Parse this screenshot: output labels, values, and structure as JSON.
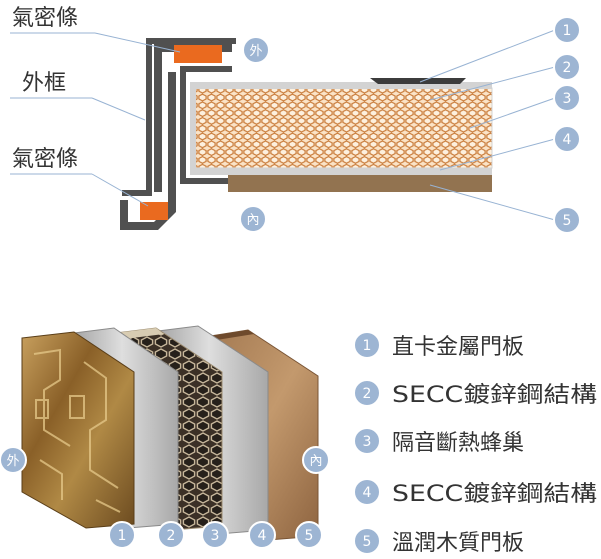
{
  "labels": {
    "seal_top": "氣密條",
    "frame": "外框",
    "seal_bottom": "氣密條",
    "outside": "外",
    "inside": "內"
  },
  "layer_numbers": [
    "1",
    "2",
    "3",
    "4",
    "5"
  ],
  "legend": [
    {
      "number": "1",
      "text": "直卡金屬門板"
    },
    {
      "number": "2",
      "text": "SECC鍍鋅鋼結構"
    },
    {
      "number": "3",
      "text": "隔音斷熱蜂巢"
    },
    {
      "number": "4",
      "text": "SECC鍍鋅鋼結構"
    },
    {
      "number": "5",
      "text": "溫潤木質門板"
    }
  ],
  "colors": {
    "badge_fill": "#9db5d3",
    "badge_stroke": "#ffffff",
    "frame_dark": "#505050",
    "seal_orange": "#ea6a1f",
    "honeycomb_fill": "#fbe3c6",
    "honeycomb_line": "#c87a38",
    "steel_gray": "#d3d3d3",
    "wood_brown": "#927350",
    "leader_line": "#98b3d3",
    "text_dark": "#333333"
  }
}
